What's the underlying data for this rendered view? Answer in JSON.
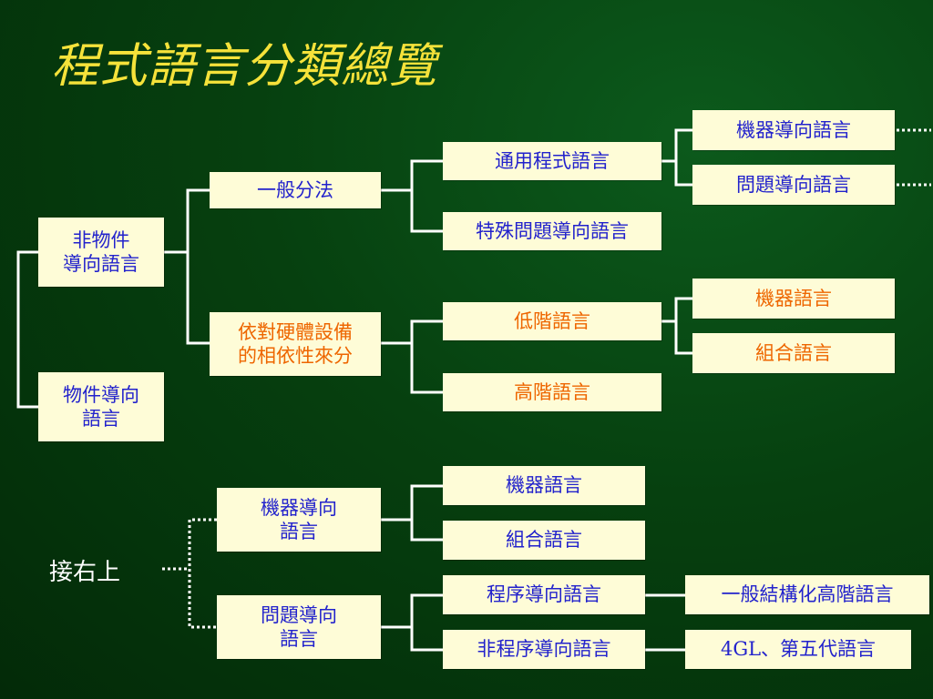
{
  "title": "程式語言分類總覽",
  "colors": {
    "box_bg": "#fefcd7",
    "text_blue": "#2222cc",
    "text_orange": "#ee6600",
    "title_yellow": "#f5e23a"
  },
  "top": {
    "non_oop": "非物件\n導向語言",
    "oop": "物件導向\n語言",
    "general": "一般分法",
    "hardware": "依對硬體設備\n的相依性來分",
    "general_purpose": "通用程式語言",
    "special_problem": "特殊問題導向語言",
    "machine_oriented": "機器導向語言",
    "problem_oriented": "問題導向語言",
    "low_level": "低階語言",
    "high_level": "高階語言",
    "machine_lang": "機器語言",
    "assembly_lang": "組合語言"
  },
  "bottom": {
    "continue_label": "接右上",
    "machine_oriented": "機器導向\n語言",
    "problem_oriented": "問題導向\n語言",
    "machine_lang": "機器語言",
    "assembly_lang": "組合語言",
    "procedural": "程序導向語言",
    "non_procedural": "非程序導向語言",
    "structured_high": "一般結構化高階語言",
    "fourgl": "4GL、第五代語言"
  }
}
